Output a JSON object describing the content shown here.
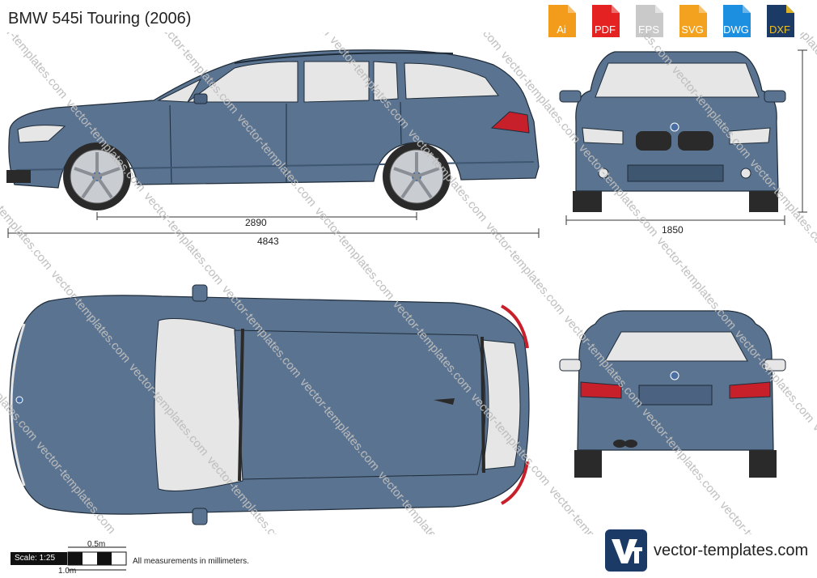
{
  "title": "BMW 545i Touring (2006)",
  "formats": [
    {
      "label": "Ai",
      "color": "#f39c1c"
    },
    {
      "label": "PDF",
      "color": "#e52222"
    },
    {
      "label": "EPS",
      "color": "#e3e3e3"
    },
    {
      "label": "SVG",
      "color": "#f3a21f"
    },
    {
      "label": "DWG",
      "color": "#1c8fe0"
    },
    {
      "label": "DXF",
      "color": "#1b3a66"
    }
  ],
  "dimensions": {
    "wheelbase": "2890",
    "length": "4843",
    "width": "1850"
  },
  "scale": {
    "label": "Scale: 1:25",
    "half_meter": "0.5m",
    "one_meter": "1.0m"
  },
  "note": "All measurements in millimeters.",
  "brand": "vector-templates.com",
  "watermark": "vector-templates.com",
  "colors": {
    "body": "#5a7390",
    "body_dark": "#3f5670",
    "glass": "#e6e6e6",
    "outline": "#1e2b38",
    "taillight": "#c8202a",
    "tire": "#2a2a2a",
    "wheel": "#c9ccd1"
  }
}
